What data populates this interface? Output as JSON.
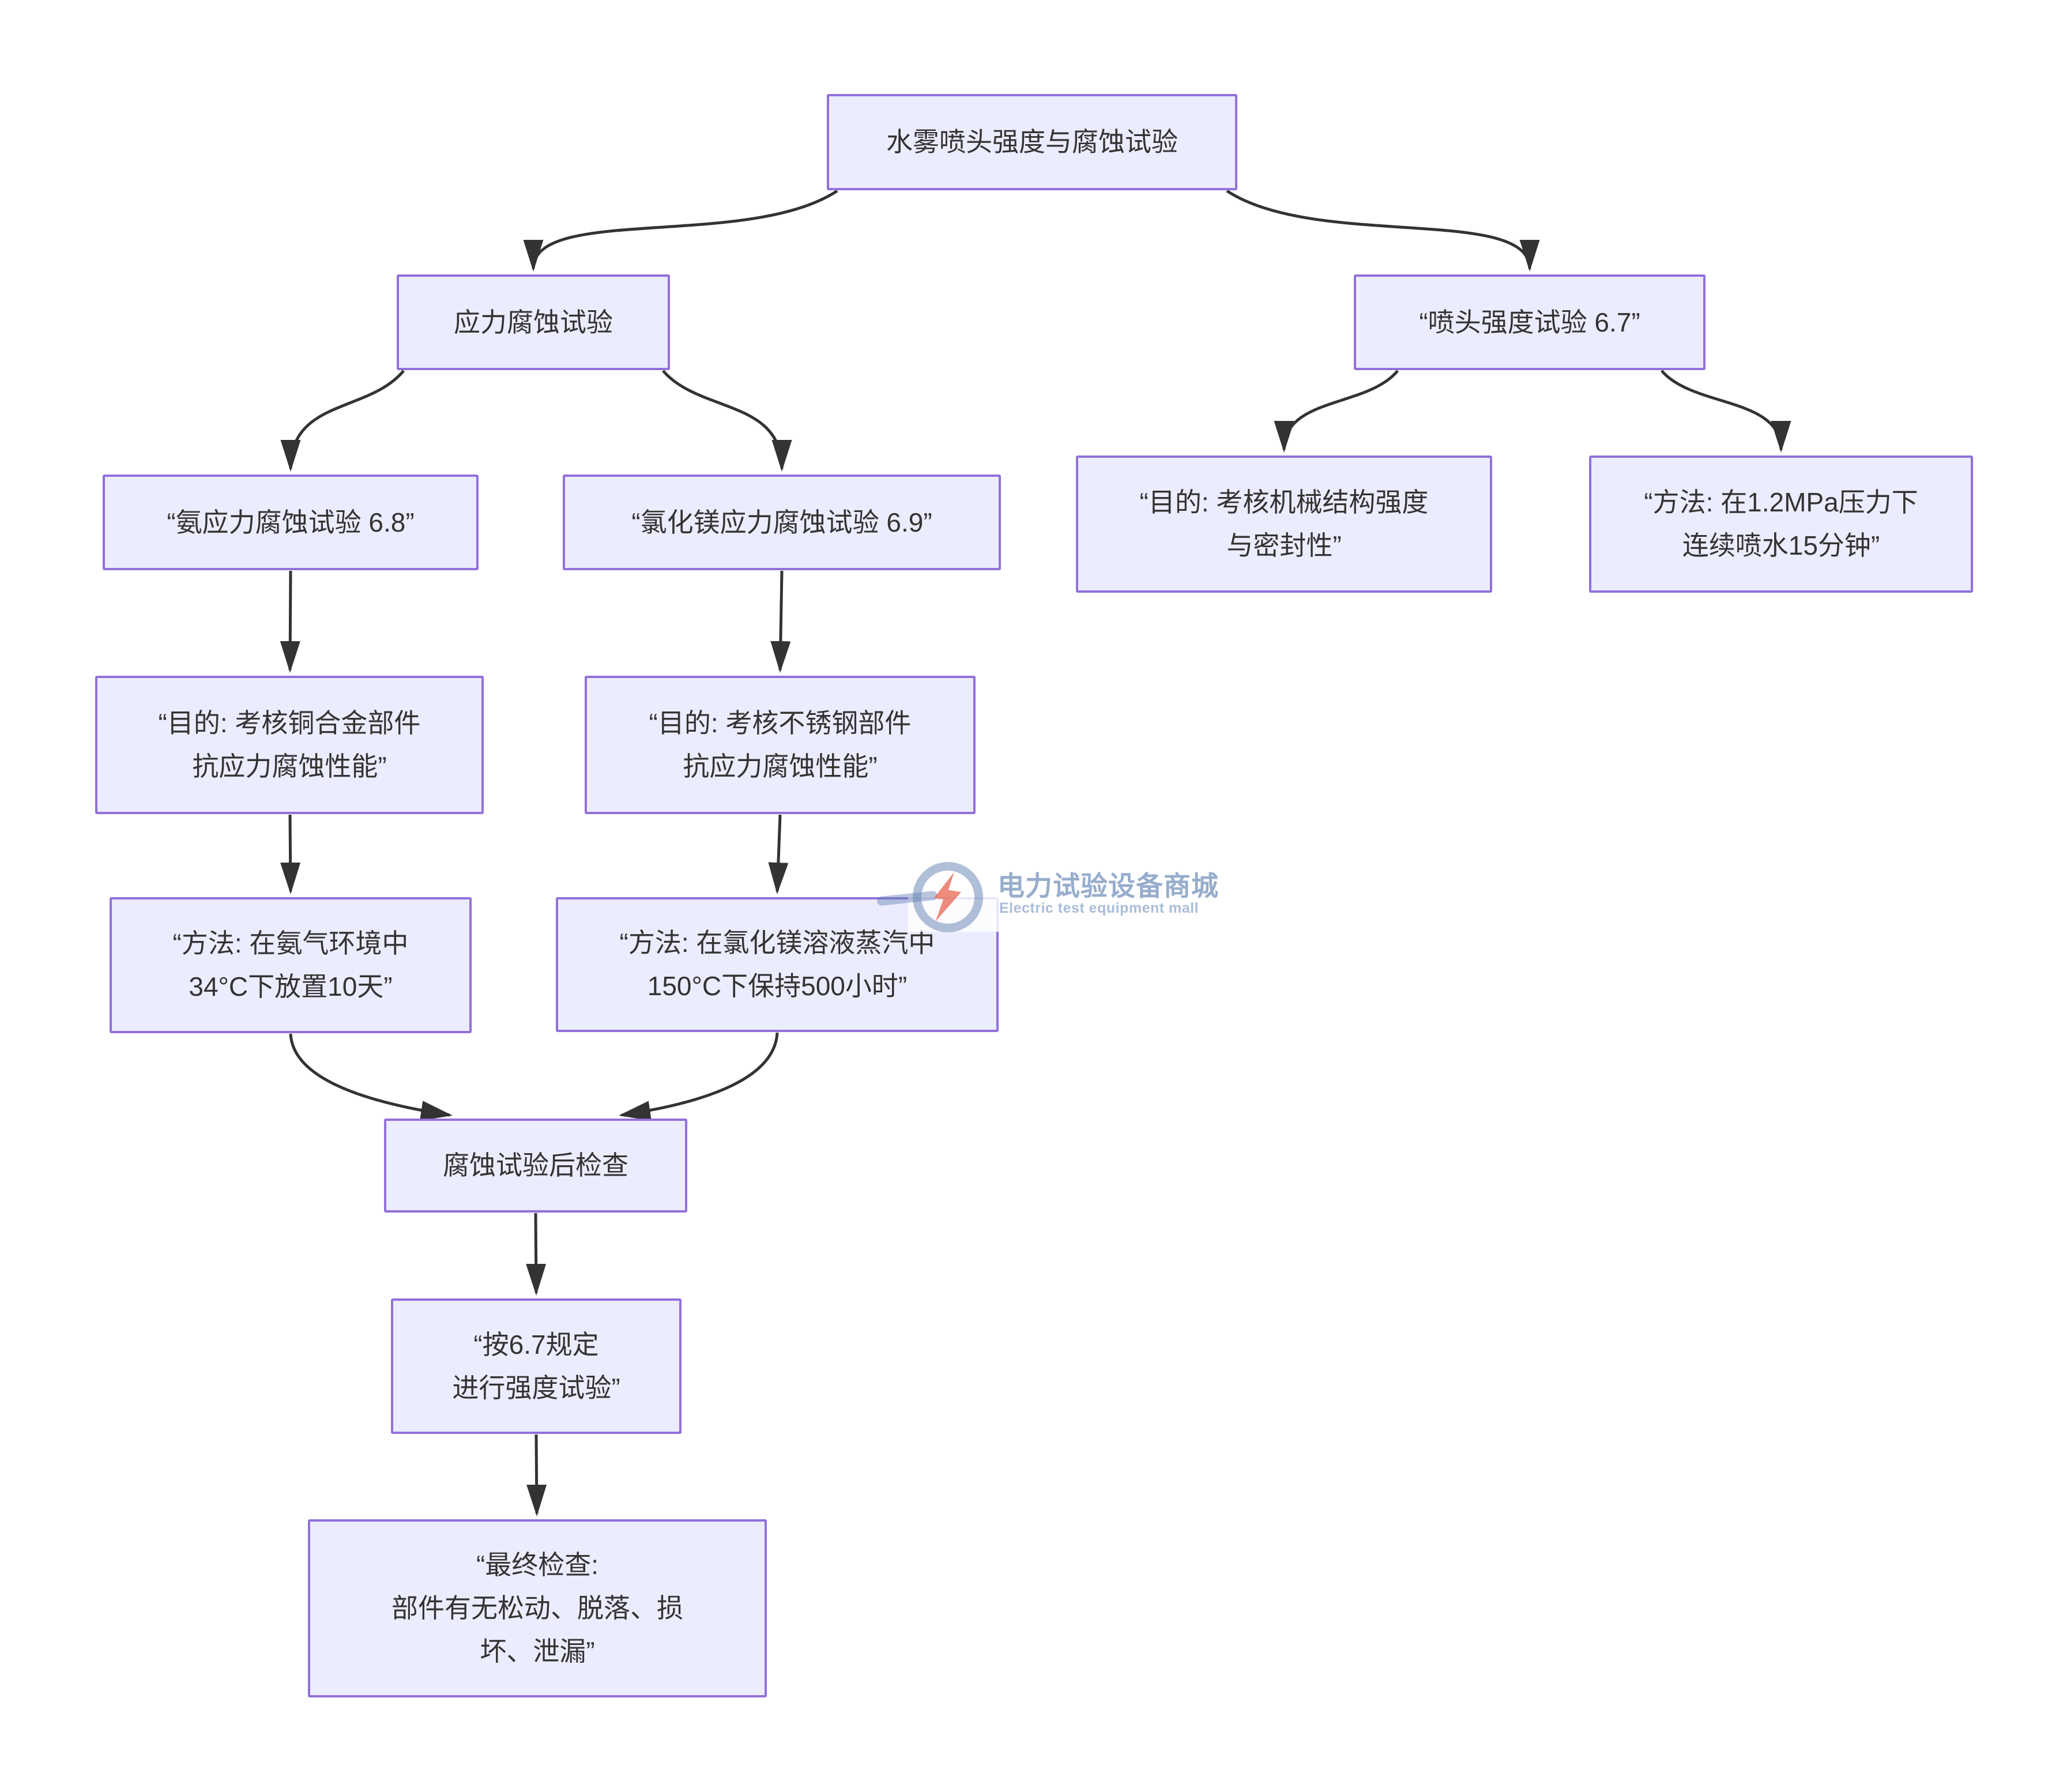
{
  "diagram": {
    "type": "flowchart",
    "direction": "top-down",
    "nodes": {
      "root": {
        "label": "水雾喷头强度与腐蚀试验"
      },
      "stress": {
        "label": "应力腐蚀试验"
      },
      "nozzle_67": {
        "label": "“喷头强度试验 6.7”"
      },
      "ammonia_68": {
        "label": "“氨应力腐蚀试验 6.8”"
      },
      "mgcl2_69": {
        "label": "“氯化镁应力腐蚀试验 6.9”"
      },
      "purpose_mech": {
        "label": "“目的: 考核机械结构强度\n与密封性”"
      },
      "method_spray": {
        "label": "“方法: 在1.2MPa压力下\n连续喷水15分钟”"
      },
      "purpose_cu": {
        "label": "“目的: 考核铜合金部件\n抗应力腐蚀性能”"
      },
      "purpose_ss": {
        "label": "“目的: 考核不锈钢部件\n抗应力腐蚀性能”"
      },
      "method_nh3": {
        "label": "“方法: 在氨气环境中\n34°C下放置10天”"
      },
      "method_mgcl2": {
        "label": "“方法: 在氯化镁溶液蒸汽中\n150°C下保持500小时”"
      },
      "post_inspect": {
        "label": "腐蚀试验后检查"
      },
      "strength_67": {
        "label": "“按6.7规定\n进行强度试验”"
      },
      "final_inspect": {
        "label": "“最终检查:\n部件有无松动、脱落、损\n坏、泄漏”"
      }
    },
    "edges": [
      {
        "from": "root",
        "to": "stress"
      },
      {
        "from": "root",
        "to": "nozzle_67"
      },
      {
        "from": "stress",
        "to": "ammonia_68"
      },
      {
        "from": "stress",
        "to": "mgcl2_69"
      },
      {
        "from": "nozzle_67",
        "to": "purpose_mech"
      },
      {
        "from": "nozzle_67",
        "to": "method_spray"
      },
      {
        "from": "ammonia_68",
        "to": "purpose_cu"
      },
      {
        "from": "mgcl2_69",
        "to": "purpose_ss"
      },
      {
        "from": "purpose_cu",
        "to": "method_nh3"
      },
      {
        "from": "purpose_ss",
        "to": "method_mgcl2"
      },
      {
        "from": "method_nh3",
        "to": "post_inspect"
      },
      {
        "from": "method_mgcl2",
        "to": "post_inspect"
      },
      {
        "from": "post_inspect",
        "to": "strength_67"
      },
      {
        "from": "strength_67",
        "to": "final_inspect"
      }
    ],
    "colors": {
      "node_fill": "#ECECFF",
      "node_border": "#9370DB",
      "edge": "#333333",
      "text": "#333333"
    }
  },
  "watermark": {
    "brand_cn": "电力试验设备商城",
    "brand_en": "Electric test equipment mall",
    "logo_icon": "lightning-bolt-in-circle",
    "colors": {
      "blue": "#6F8DB8",
      "red": "#E8705C"
    }
  }
}
